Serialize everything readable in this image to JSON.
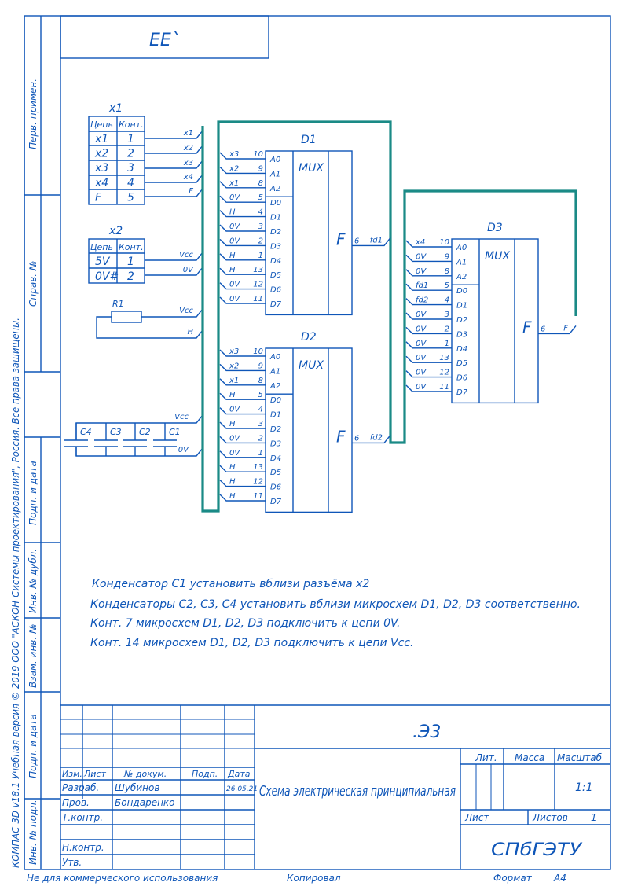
{
  "stamp_top": "ЕЕ`",
  "side_copyright": "КОМПАС-3D v18.1 Учебная версия © 2019 ООО \"АСКОН-Системы проектирования\", Россия. Все права защищены.",
  "side_labels": [
    "Перв. примен.",
    "Справ. №",
    "Подп. и дата",
    "Инв. № дубл.",
    "Взам. инв. №",
    "Подп. и дата",
    "Инв. № подл."
  ],
  "x1": {
    "title": "x1",
    "header": [
      "Цепь",
      "Конт."
    ],
    "rows": [
      [
        "x1",
        "1"
      ],
      [
        "x2",
        "2"
      ],
      [
        "x3",
        "3"
      ],
      [
        "x4",
        "4"
      ],
      [
        "F",
        "5"
      ]
    ],
    "wire_labels": [
      "x1",
      "x2",
      "x3",
      "x4",
      "F"
    ]
  },
  "x2": {
    "title": "x2",
    "header": [
      "Цепь",
      "Конт."
    ],
    "rows": [
      [
        "5V",
        "1"
      ],
      [
        "0V#",
        "2"
      ]
    ],
    "wire_labels": [
      "Vcc",
      "0V"
    ]
  },
  "r1": {
    "name": "R1",
    "wire_labels": [
      "Vcc",
      "H"
    ]
  },
  "caps": {
    "names": [
      "C4",
      "C3",
      "C2",
      "C1"
    ],
    "wire_labels": [
      "Vcc",
      "0V"
    ]
  },
  "d1": {
    "name": "D1",
    "func": "MUX",
    "out_label": "F",
    "out_pin": "6",
    "out_net": "fd1",
    "addr": [
      "A0",
      "A1",
      "A2"
    ],
    "data": [
      "D0",
      "D1",
      "D2",
      "D3",
      "D4",
      "D5",
      "D6",
      "D7"
    ],
    "nets": [
      "x3",
      "x2",
      "x1",
      "0V",
      "H",
      "0V",
      "0V",
      "H",
      "H",
      "0V",
      "0V"
    ],
    "pins": [
      "10",
      "9",
      "8",
      "5",
      "4",
      "3",
      "2",
      "1",
      "13",
      "12",
      "11"
    ]
  },
  "d2": {
    "name": "D2",
    "func": "MUX",
    "out_label": "F",
    "out_pin": "6",
    "out_net": "fd2",
    "addr": [
      "A0",
      "A1",
      "A2"
    ],
    "data": [
      "D0",
      "D1",
      "D2",
      "D3",
      "D4",
      "D5",
      "D6",
      "D7"
    ],
    "nets": [
      "x3",
      "x2",
      "x1",
      "H",
      "0V",
      "H",
      "0V",
      "0V",
      "H",
      "H",
      "H"
    ],
    "pins": [
      "10",
      "9",
      "8",
      "5",
      "4",
      "3",
      "2",
      "1",
      "13",
      "12",
      "11"
    ]
  },
  "d3": {
    "name": "D3",
    "func": "MUX",
    "out_label": "F",
    "out_pin": "6",
    "out_net": "F",
    "addr": [
      "A0",
      "A1",
      "A2"
    ],
    "data": [
      "D0",
      "D1",
      "D2",
      "D3",
      "D4",
      "D5",
      "D6",
      "D7"
    ],
    "nets": [
      "x4",
      "0V",
      "0V",
      "fd1",
      "fd2",
      "0V",
      "0V",
      "0V",
      "0V",
      "0V",
      "0V"
    ],
    "pins": [
      "10",
      "9",
      "8",
      "5",
      "4",
      "3",
      "2",
      "1",
      "13",
      "12",
      "11"
    ]
  },
  "notes": [
    "Конденсатор С1 установить вблизи разъёма x2",
    "Конденсаторы С2, С3, С4 установить вблизи микросхем D1, D2, D3 соответственно.",
    "Конт. 7 микросхем D1, D2, D3 подключить к цепи 0V.",
    "Конт. 14 микросхем D1, D2, D3 подключить к цепи Vcc."
  ],
  "title_block": {
    "designation": ".Э3",
    "title": "Схема электрическая принципиальная",
    "org": "СПбГЭТУ",
    "col_headers": [
      "Изм.",
      "Лист",
      "№ докум.",
      "Подп.",
      "Дата"
    ],
    "rows": [
      {
        "role": "Разраб.",
        "name": "Шубинов",
        "date": "26.05.21"
      },
      {
        "role": "Пров.",
        "name": "Бондаренко",
        "date": ""
      },
      {
        "role": "Т.контр.",
        "name": "",
        "date": ""
      },
      {
        "role": "",
        "name": "",
        "date": ""
      },
      {
        "role": "Н.контр.",
        "name": "",
        "date": ""
      },
      {
        "role": "Утв.",
        "name": "",
        "date": ""
      }
    ],
    "lit": "Лит.",
    "mass": "Масса",
    "scale": "Масштаб",
    "scale_value": "1:1",
    "sheet": "Лист",
    "sheets": "Листов",
    "sheets_value": "1"
  },
  "footer": {
    "left": "Не для коммерческого использования",
    "mid": "Копировал",
    "format": "Формат",
    "format_value": "А4"
  }
}
